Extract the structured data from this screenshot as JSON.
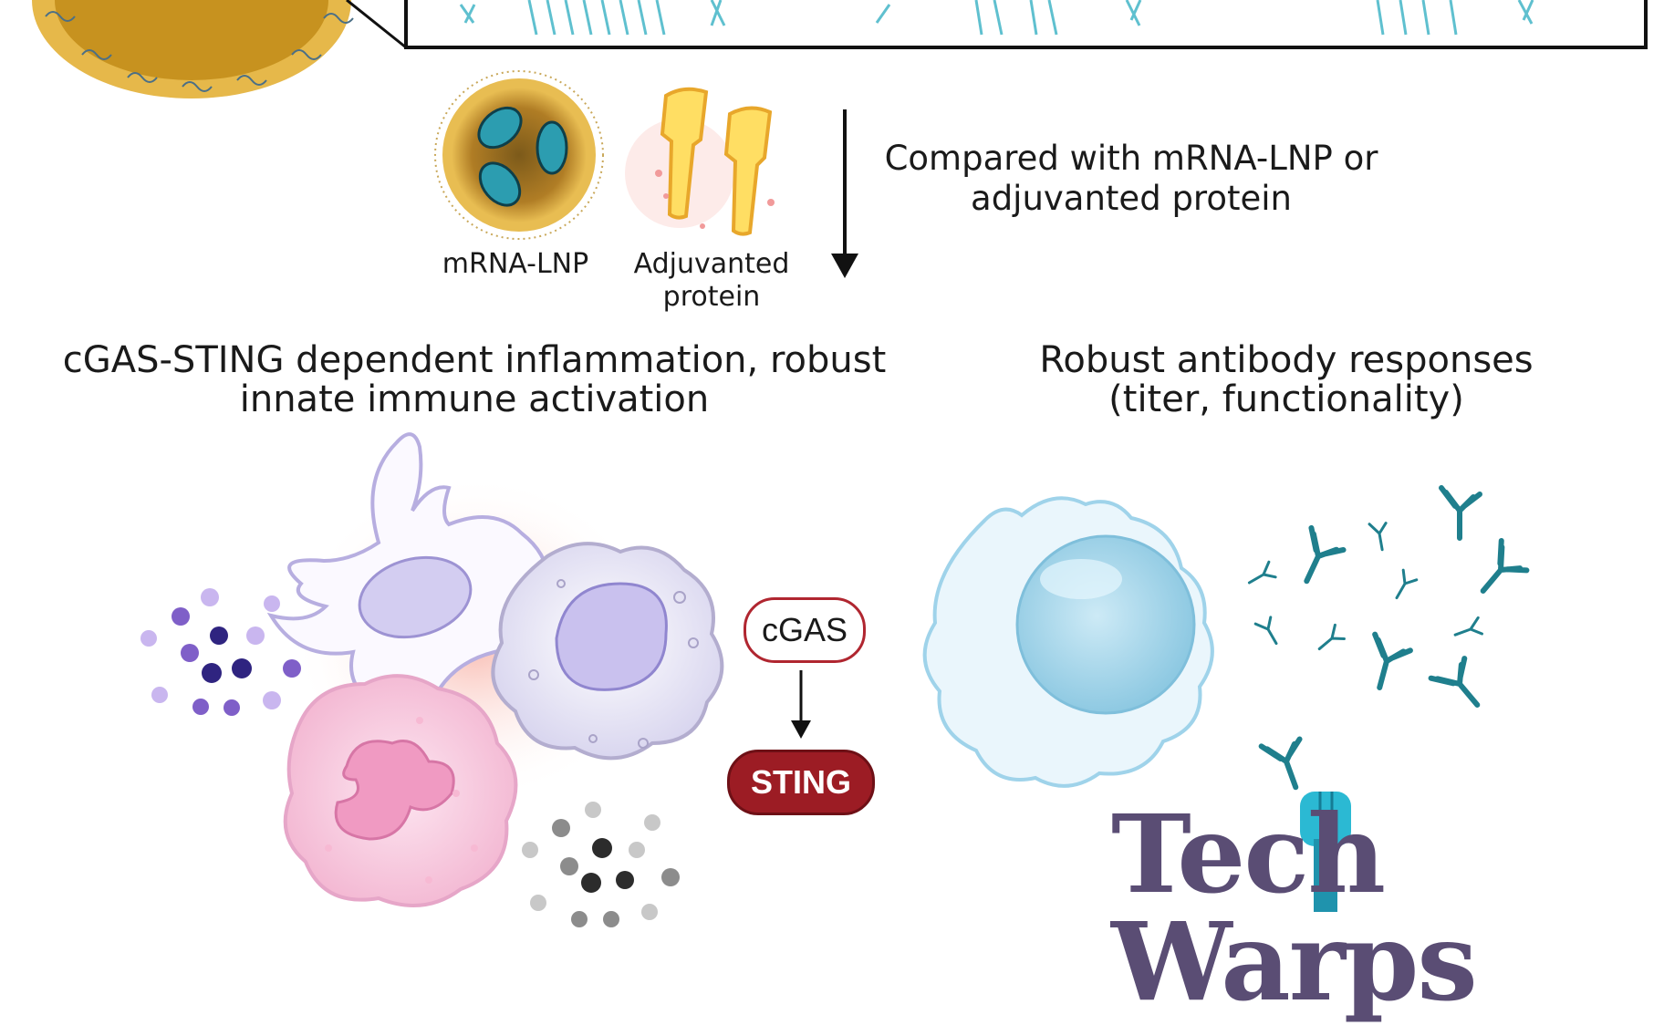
{
  "labels": {
    "mrna_lnp": "mRNA-LNP",
    "adjuvanted_protein_line1": "Adjuvanted",
    "adjuvanted_protein_line2": "protein",
    "compared_line1": "Compared with mRNA-LNP or",
    "compared_line2": "adjuvanted protein",
    "innate_line1": "cGAS-STING dependent inflammation, robust",
    "innate_line2": "innate immune activation",
    "antibody_line1": "Robust antibody responses",
    "antibody_line2": "(titer, functionality)",
    "cgas": "cGAS",
    "sting": "STING"
  },
  "logo": {
    "part1": "Tech",
    "part2": "Warps"
  },
  "colors": {
    "sting_fill": "#9c1c24",
    "cgas_border": "#b02630",
    "antibody": "#1f7f8d",
    "logo": "#5a4d74",
    "lipid": "#e6b84a"
  }
}
